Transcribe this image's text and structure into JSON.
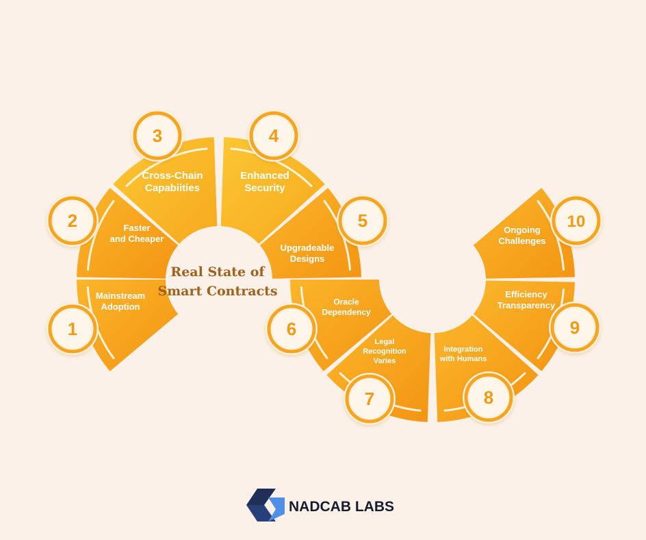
{
  "title": {
    "line1": "Real State of",
    "line2": "Smart Contracts"
  },
  "segments": [
    {
      "number": "1",
      "lines": [
        "Mainstream",
        "Adoption"
      ]
    },
    {
      "number": "2",
      "lines": [
        "Faster",
        "and Cheaper"
      ]
    },
    {
      "number": "3",
      "lines": [
        "Cross-Chain",
        "Capabiities"
      ]
    },
    {
      "number": "4",
      "lines": [
        "Enhanced",
        "Security"
      ]
    },
    {
      "number": "5",
      "lines": [
        "Upgradeable",
        "Designs"
      ]
    },
    {
      "number": "6",
      "lines": [
        "Oracle",
        "Dependency"
      ]
    },
    {
      "number": "7",
      "lines": [
        "Legal",
        "Recognition",
        "Varies"
      ]
    },
    {
      "number": "8",
      "lines": [
        "Integration",
        "with Humans"
      ]
    },
    {
      "number": "9",
      "lines": [
        "Efficiency",
        "Transparency"
      ]
    },
    {
      "number": "10",
      "lines": [
        "Ongoing",
        "Challenges"
      ]
    }
  ],
  "brand": {
    "name": "NADCAB LABS"
  },
  "colors": {
    "background": "#fbf1e8",
    "segment": "#f5a51f",
    "segment_dark": "#f09310",
    "segment_light": "#fbbf2c",
    "badge_ring": "#f5a51f",
    "badge_fill": "#fdf0dc",
    "number": "#f29a12",
    "title": "#a0611d",
    "logo_dark": "#1f2f57",
    "logo_light": "#4f8fe6"
  }
}
